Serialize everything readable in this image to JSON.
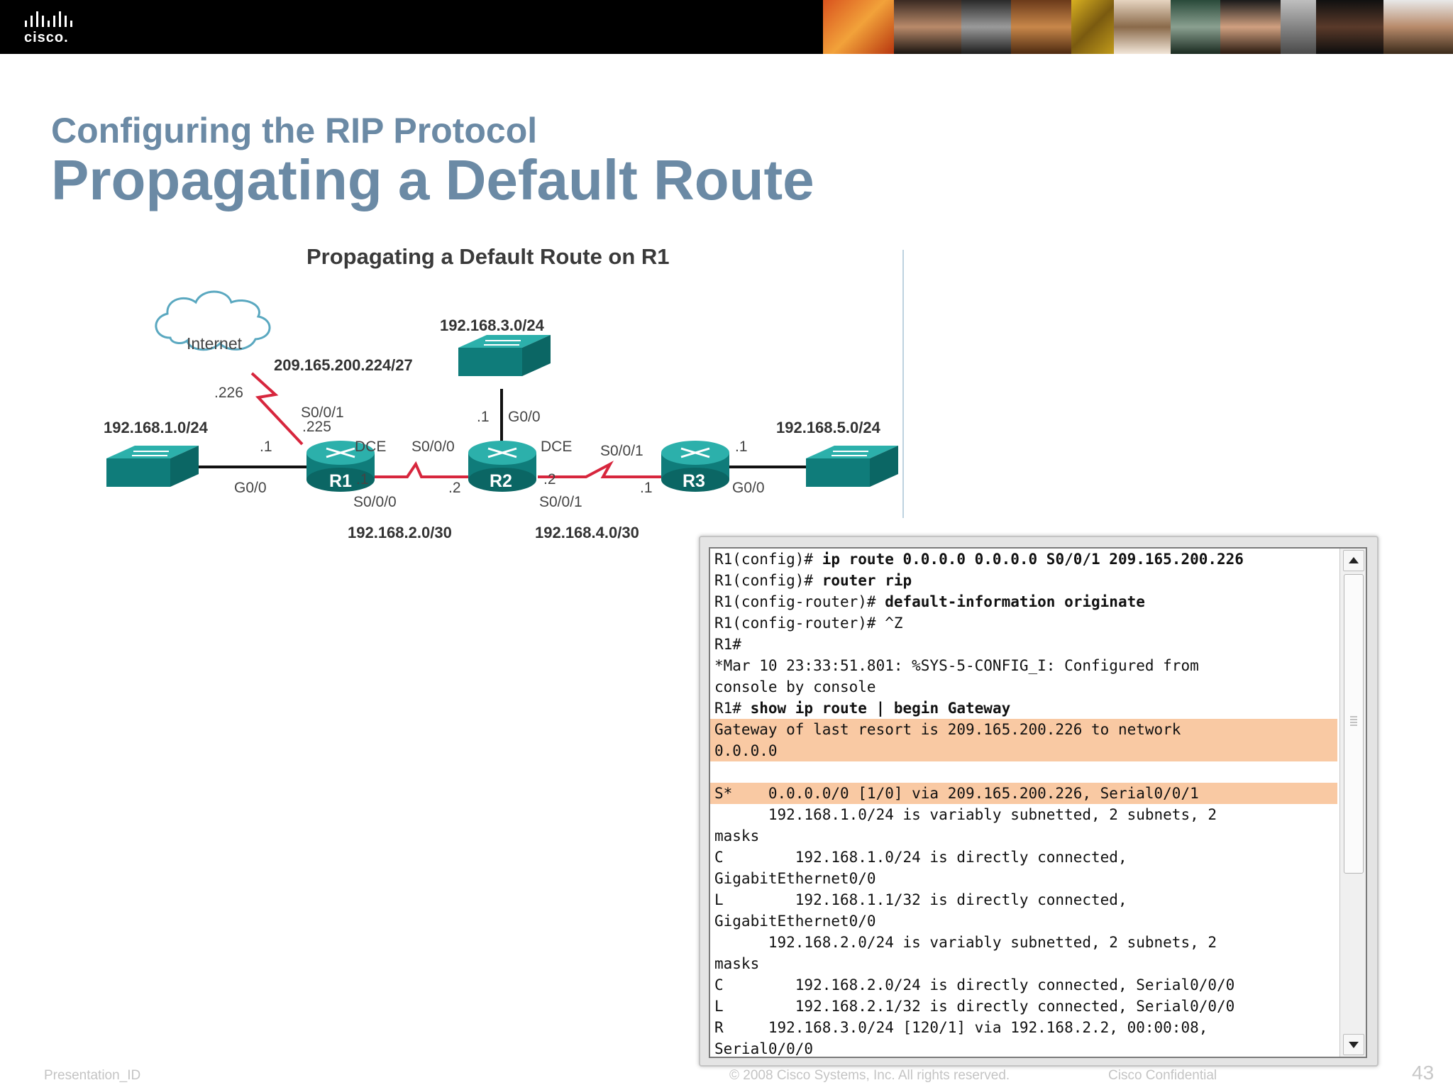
{
  "header": {
    "logo_text": "cisco.",
    "brand_color": "#000000"
  },
  "slide": {
    "subtitle": "Configuring the RIP Protocol",
    "title": "Propagating a Default Route",
    "title_color": "#6b8aa5"
  },
  "diagram": {
    "heading": "Propagating a Default Route on R1",
    "internet_label": "Internet",
    "internet_network": "209.165.200.224/27",
    "isp_addr": ".226",
    "r1_s001_label": "S0/0/1",
    "r1_s001_addr": ".225",
    "lan1_network": "192.168.1.0/24",
    "lan3_network": "192.168.3.0/24",
    "lan5_network": "192.168.5.0/24",
    "wan1_network": "192.168.2.0/30",
    "wan2_network": "192.168.4.0/30",
    "r1_name": "R1",
    "r2_name": "R2",
    "r3_name": "R3",
    "r1_g00_addr": ".1",
    "r1_g00_label": "G0/0",
    "r1_s000_addr": ".1",
    "r1_s000_label": "S0/0/0",
    "r1_dce": "DCE",
    "r2_s000_label": "S0/0/0",
    "r2_s000_addr": ".2",
    "r2_g00_addr": ".1",
    "r2_g00_label": "G0/0",
    "r2_dce": "DCE",
    "r2_s001_addr": ".2",
    "r2_s001_label": "S0/0/1",
    "r3_s001_label": "S0/0/1",
    "r3_s001_addr": ".1",
    "r3_g00_addr": ".1",
    "r3_g00_label": "G0/0",
    "switch_color": "#138c8a",
    "router_color": "#138c8a",
    "serial_link_color": "#d7263d"
  },
  "terminal": {
    "lines": [
      {
        "prefix": "R1(config)# ",
        "cmd": "ip route 0.0.0.0 0.0.0.0 S0/0/1 209.165.200.226",
        "hl": false
      },
      {
        "prefix": "R1(config)# ",
        "cmd": "router rip",
        "hl": false
      },
      {
        "prefix": "R1(config-router)# ",
        "cmd": "default-information originate",
        "hl": false
      },
      {
        "prefix": "R1(config-router)# ^Z",
        "cmd": "",
        "hl": false
      },
      {
        "prefix": "R1#",
        "cmd": "",
        "hl": false
      },
      {
        "prefix": "*Mar 10 23:33:51.801: %SYS-5-CONFIG_I: Configured from",
        "cmd": "",
        "hl": false
      },
      {
        "prefix": "console by console",
        "cmd": "",
        "hl": false
      },
      {
        "prefix": "R1# ",
        "cmd": "show ip route | begin Gateway",
        "hl": false
      },
      {
        "prefix": "Gateway of last resort is 209.165.200.226 to network",
        "cmd": "",
        "hl": true
      },
      {
        "prefix": "0.0.0.0",
        "cmd": "",
        "hl": true
      },
      {
        "prefix": "",
        "cmd": "",
        "hl": false
      },
      {
        "prefix": "S*    0.0.0.0/0 [1/0] via 209.165.200.226, Serial0/0/1",
        "cmd": "",
        "hl": true
      },
      {
        "prefix": "      192.168.1.0/24 is variably subnetted, 2 subnets, 2",
        "cmd": "",
        "hl": false
      },
      {
        "prefix": "masks",
        "cmd": "",
        "hl": false
      },
      {
        "prefix": "C        192.168.1.0/24 is directly connected,",
        "cmd": "",
        "hl": false
      },
      {
        "prefix": "GigabitEthernet0/0",
        "cmd": "",
        "hl": false
      },
      {
        "prefix": "L        192.168.1.1/32 is directly connected,",
        "cmd": "",
        "hl": false
      },
      {
        "prefix": "GigabitEthernet0/0",
        "cmd": "",
        "hl": false
      },
      {
        "prefix": "      192.168.2.0/24 is variably subnetted, 2 subnets, 2",
        "cmd": "",
        "hl": false
      },
      {
        "prefix": "masks",
        "cmd": "",
        "hl": false
      },
      {
        "prefix": "C        192.168.2.0/24 is directly connected, Serial0/0/0",
        "cmd": "",
        "hl": false
      },
      {
        "prefix": "L        192.168.2.1/32 is directly connected, Serial0/0/0",
        "cmd": "",
        "hl": false
      },
      {
        "prefix": "R     192.168.3.0/24 [120/1] via 192.168.2.2, 00:00:08,",
        "cmd": "",
        "hl": false
      },
      {
        "prefix": "Serial0/0/0",
        "cmd": "",
        "hl": false
      }
    ],
    "highlight_color": "#f9c9a3"
  },
  "footer": {
    "presentation_id": "Presentation_ID",
    "copyright": "© 2008 Cisco Systems, Inc. All rights reserved.",
    "confidential": "Cisco Confidential",
    "page_number": "43"
  }
}
